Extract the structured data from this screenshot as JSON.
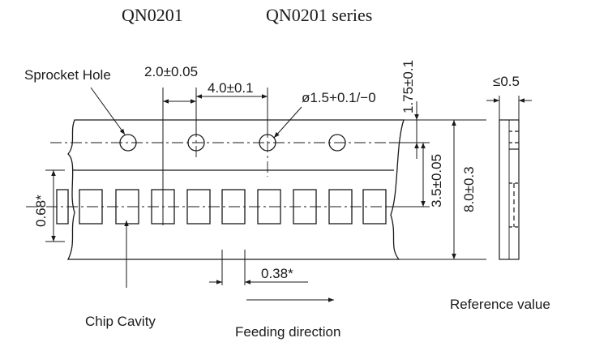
{
  "header": {
    "part_number": "QN0201",
    "series_label": "QN0201 series"
  },
  "labels": {
    "sprocket_hole": "Sprocket Hole",
    "chip_cavity": "Chip Cavity",
    "feeding_direction": "Feeding direction",
    "reference_value": "Reference value"
  },
  "dimensions": {
    "hole_offset": "2.0±0.05",
    "hole_pitch": "4.0±0.1",
    "hole_diameter": "ø1.5+0.1/−0",
    "edge_to_hole": "1.75±0.1",
    "hole_to_cavity": "3.5±0.05",
    "tape_width": "8.0±0.3",
    "cavity_height": "0.68*",
    "cavity_gap": "0.38*",
    "tape_thickness": "≤0.5"
  }
}
